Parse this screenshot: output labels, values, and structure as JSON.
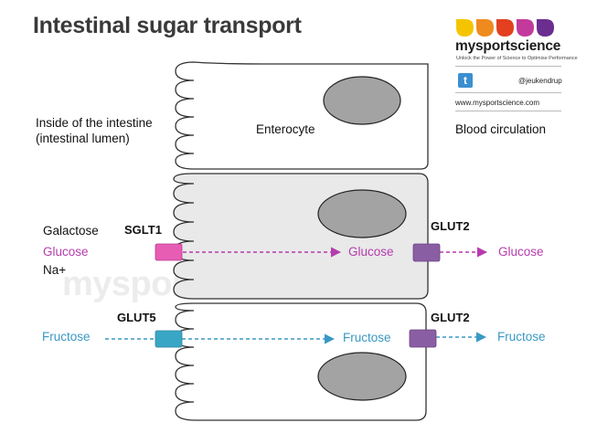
{
  "title": "Intestinal sugar transport",
  "brand": {
    "name": "mysportscience",
    "tagline": "Unlock the Power of Science to Optimise Performance",
    "twitter_handle": "@jeukendrup",
    "website": "www.mysportscience.com",
    "logo_colors": [
      "#f5c400",
      "#ef8a1e",
      "#e2401f",
      "#c23a9b",
      "#6b2d8f"
    ],
    "watermark": "mysportscience"
  },
  "regions": {
    "lumen_label": "Inside of the intestine (intestinal lumen)",
    "cell_label": "Enterocyte",
    "blood_label": "Blood circulation"
  },
  "transporters": {
    "apical_glucose": "SGLT1",
    "apical_fructose": "GLUT5",
    "basal_glucose": "GLUT2",
    "basal_fructose": "GLUT2"
  },
  "substrates": {
    "galactose": "Galactose",
    "glucose_lumen": "Glucose",
    "sodium": "Na+",
    "fructose_lumen": "Fructose",
    "glucose_cell": "Glucose",
    "glucose_blood": "Glucose",
    "fructose_cell": "Fructose",
    "fructose_blood": "Fructose"
  },
  "colors": {
    "glucose": "#b53cae",
    "sglt1": "#e75db4",
    "glut2": "#8a5ea3",
    "fructose": "#3a98c4",
    "glut5": "#3aa6c6",
    "cell_fill": "#e9e9e9",
    "nucleus": "#a3a3a3"
  }
}
